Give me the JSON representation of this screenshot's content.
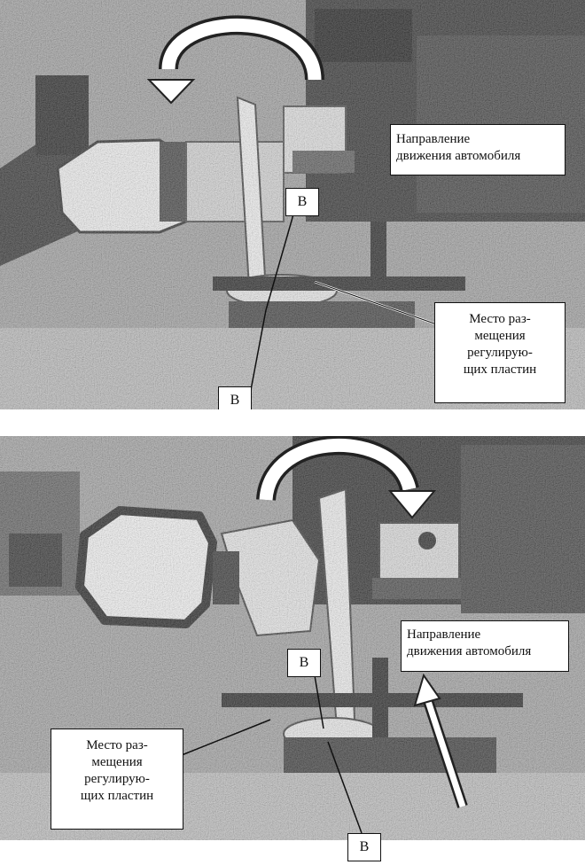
{
  "figure_top": {
    "direction_label": [
      "Направление",
      "движения автомобиля"
    ],
    "placement_label": [
      "Место раз-",
      "мещения",
      "регулирую-",
      "щих пластин"
    ],
    "section_marks": [
      "B",
      "B"
    ]
  },
  "figure_bottom": {
    "direction_label": [
      "Направление",
      "движения автомобиля"
    ],
    "placement_label": [
      "Место раз-",
      "мещения",
      "регулирую-",
      "щих пластин"
    ],
    "section_marks": [
      "B",
      "B"
    ]
  },
  "icons": {
    "rotation_arrow": "curved-rotation-arrow-icon",
    "direction_arrow": "direction-arrow-icon"
  },
  "colors": {
    "ink": "#111111",
    "paper": "#ffffff",
    "photo_mid": "#8c8c8c"
  }
}
